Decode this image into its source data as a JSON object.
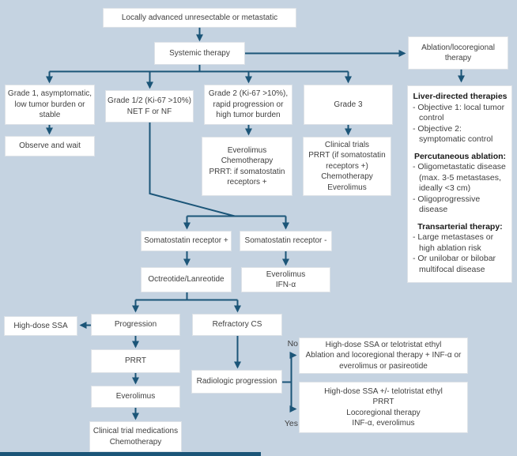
{
  "colors": {
    "bg": "#c5d3e1",
    "line": "#1b5578",
    "box_bg": "#ffffff",
    "box_border": "#dde2e7",
    "text": "#3f3f3f",
    "heading": "#1a1a1a"
  },
  "flowchart": {
    "nodes": {
      "locally_advanced": "Locally advanced unresectable or metastatic",
      "systemic_therapy": "Systemic therapy",
      "ablation_therapy": "Ablation/locoregional\ntherapy",
      "grade1": "Grade 1, asymptomatic,\nlow tumor burden or\nstable",
      "grade12": "Grade 1/2 (Ki-67 >10%)\nNET F or NF",
      "grade2": "Grade 2 (Ki-67 >10%),\nrapid progression or\nhigh tumor burden",
      "grade3": "Grade 3",
      "observe_wait": "Observe and wait",
      "grade2_treatment": "Everolimus\nChemotherapy\nPRRT: if somatostatin\nreceptors +",
      "grade3_treatment": "Clinical trials\nPRRT (if somatostatin\nreceptors +)\nChemotherapy\nEverolimus",
      "ssr_positive": "Somatostatin receptor +",
      "ssr_negative": "Somatostatin receptor -",
      "octreotide": "Octreotide/Lanreotide",
      "ssr_negative_treatment": "Everolimus\nIFN-α",
      "high_dose_ssa": "High-dose SSA",
      "progression": "Progression",
      "prrt": "PRRT",
      "everolimus": "Everolimus",
      "clinical_trial_meds": "Clinical trial medications\nChemotherapy",
      "refractory_cs": "Refractory CS",
      "radiologic_progression": "Radiologic progression",
      "no_branch_treatment": "High-dose SSA or telotristat ethyl\nAblation and locoregional therapy + INF-α or\neverolimus or pasireotide",
      "yes_branch_treatment": "High-dose SSA +/- telotristat ethyl\nPRRT\nLocoregional therapy\nINF-α, everolimus"
    },
    "branch_labels": {
      "no": "No",
      "yes": "Yes"
    },
    "liver_panel": {
      "title": "Liver-directed therapies",
      "objectives": [
        "- Objective 1: local tumor control",
        "- Objective 2: symptomatic control"
      ],
      "percutaneous_title": "Percutaneous ablation:",
      "percutaneous_items": [
        "- Oligometastatic disease (max. 3-5 metastases, ideally <3 cm)",
        "- Oligoprogressive disease"
      ],
      "transarterial_title": "Transarterial therapy:",
      "transarterial_items": [
        "- Large metastases or high ablation risk",
        "- Or unilobar or bilobar multifocal disease"
      ]
    }
  }
}
